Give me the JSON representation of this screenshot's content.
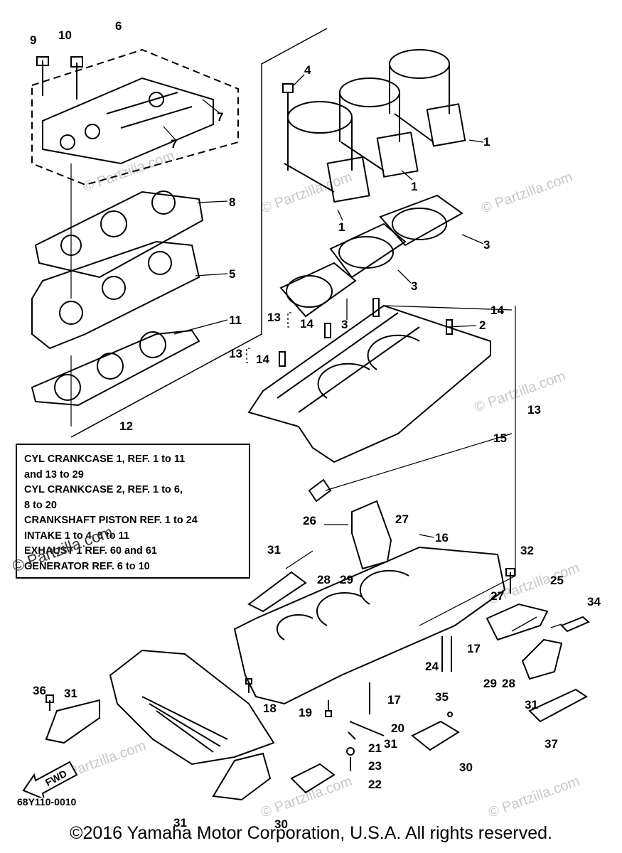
{
  "callouts": [
    "1",
    "1",
    "1",
    "2",
    "3",
    "3",
    "3",
    "4",
    "5",
    "6",
    "7",
    "7",
    "8",
    "9",
    "10",
    "11",
    "12",
    "13",
    "13",
    "13",
    "14",
    "14",
    "14",
    "15",
    "16",
    "17",
    "17",
    "18",
    "19",
    "20",
    "21",
    "22",
    "23",
    "24",
    "25",
    "26",
    "27",
    "27",
    "28",
    "28",
    "29",
    "29",
    "30",
    "30",
    "31",
    "31",
    "31",
    "31",
    "31",
    "32",
    "34",
    "35",
    "36",
    "37"
  ],
  "notes": [
    "CYL CRANKCASE 1, REF. 1 to 11",
    "and 13 to 29",
    "CYL CRANKCASE 2, REF. 1 to 6,",
    "8 to 20",
    "CRANKSHAFT PISTON REF. 1 to 24",
    "INTAKE 1 to 4, 8 to 11",
    "EXHAUST 1  REF. 60 and 61",
    "GENERATOR  REF. 6 to 10"
  ],
  "direction_label": "FWD",
  "diagram_code": "68Y110-0010",
  "copyright": "©2016  Yamaha Motor Corporation, U.S.A. All rights reserved.",
  "watermark": "© Partzilla.com",
  "colors": {
    "line": "#000000",
    "watermark": "#c8c8c8",
    "background": "#ffffff"
  }
}
